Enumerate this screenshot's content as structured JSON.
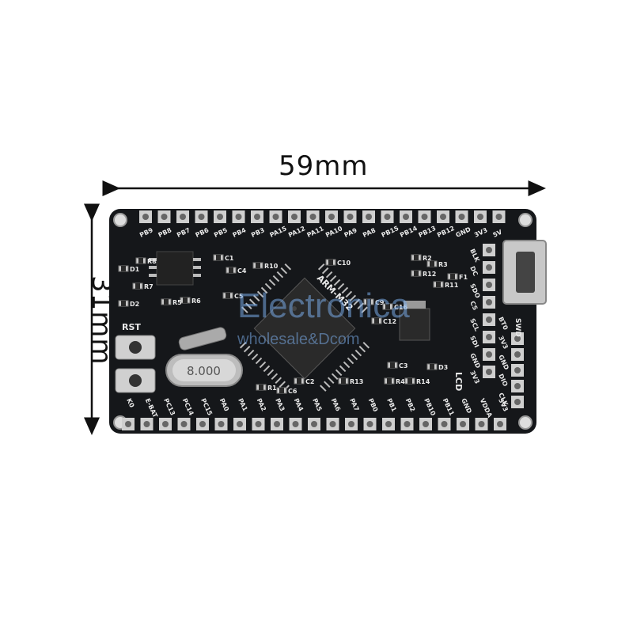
{
  "dimensions": {
    "width": "59mm",
    "height": "31mm"
  },
  "watermark": {
    "main": "Electronica",
    "sub": "wholesale&Dcom"
  },
  "board": {
    "chip_label": "ARM-M32",
    "crystal_label": "8.000",
    "top_pins": [
      "PB9",
      "PB8",
      "PB7",
      "PB6",
      "PB5",
      "PB4",
      "PB3",
      "PA15",
      "PA12",
      "PA11",
      "PA10",
      "PA9",
      "PA8",
      "PB15",
      "PB14",
      "PB13",
      "PB12",
      "GND",
      "3V3",
      "5V"
    ],
    "bottom_pins": [
      "K0",
      "E-BAT",
      "PC13",
      "PC14",
      "PC15",
      "PA0",
      "PA1",
      "PA2",
      "PA3",
      "PA4",
      "PA5",
      "PA6",
      "PA7",
      "PB0",
      "PB1",
      "PB2",
      "PB10",
      "PB11",
      "GND",
      "VDDA",
      "3V3"
    ],
    "lcd_pins": [
      "BLK",
      "DC",
      "SDO",
      "CS",
      "SCL",
      "SDI",
      "GND",
      "3V3"
    ],
    "lcd_label": "LCD",
    "swd_pins": [
      "BT0",
      "3V3",
      "GND",
      "DIO",
      "CLK"
    ],
    "swd_label": "SWD",
    "rst_label": "RST",
    "components": [
      "R8",
      "D1",
      "R7",
      "D2",
      "R6",
      "R5",
      "C1",
      "C4",
      "R10",
      "C5",
      "R1",
      "C9",
      "C10",
      "C12",
      "C16",
      "C3",
      "R2",
      "R3",
      "R4",
      "R14",
      "R13",
      "C2",
      "C6",
      "R12",
      "R11",
      "F1",
      "D3"
    ]
  },
  "colors": {
    "board": "#15171a",
    "silk": "#e9e9e9",
    "pad": "#cfcfcf",
    "chip": "#2a2a2a"
  }
}
